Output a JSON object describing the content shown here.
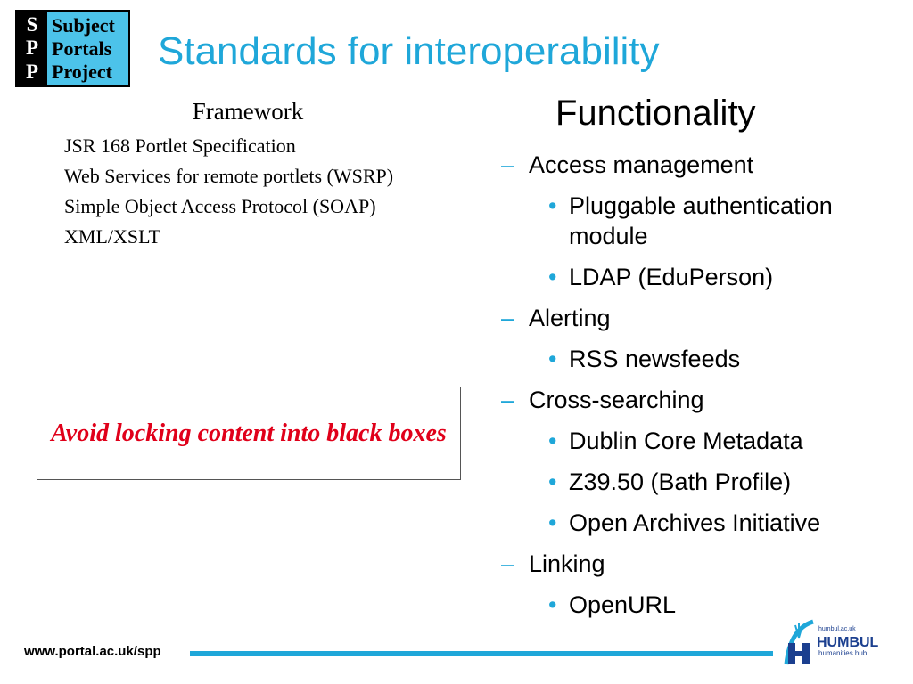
{
  "logo": {
    "letters": [
      "S",
      "P",
      "P"
    ],
    "words": [
      "Subject",
      "Portals",
      "Project"
    ],
    "colors": {
      "letters_bg": "#000000",
      "words_bg": "#4cc3ea"
    }
  },
  "title": "Standards for interoperability",
  "framework": {
    "heading": "Framework",
    "items": [
      "JSR 168 Portlet Specification",
      "Web Services for remote portlets (WSRP)",
      "Simple Object Access Protocol (SOAP)",
      "XML/XSLT"
    ]
  },
  "callout": "Avoid locking content into black boxes",
  "functionality": {
    "heading": "Functionality",
    "items": [
      {
        "label": "Access management",
        "subitems": [
          "Pluggable authentication module",
          "LDAP (EduPerson)"
        ]
      },
      {
        "label": "Alerting",
        "subitems": [
          "RSS newsfeeds"
        ]
      },
      {
        "label": "Cross-searching",
        "subitems": [
          "Dublin Core Metadata",
          "Z39.50 (Bath Profile)",
          "Open Archives Initiative"
        ]
      },
      {
        "label": "Linking",
        "subitems": [
          "OpenURL"
        ]
      }
    ]
  },
  "footer": {
    "url": "www.portal.ac.uk/spp",
    "humbul": {
      "small_text": "humbul.ac.uk",
      "name": "HUMBUL",
      "tagline": "humanities hub"
    }
  },
  "colors": {
    "title": "#1fa7d9",
    "accent": "#1fa7d9",
    "callout_text": "#e0001a"
  },
  "icons": {
    "dash": "–",
    "bullet": "•"
  }
}
